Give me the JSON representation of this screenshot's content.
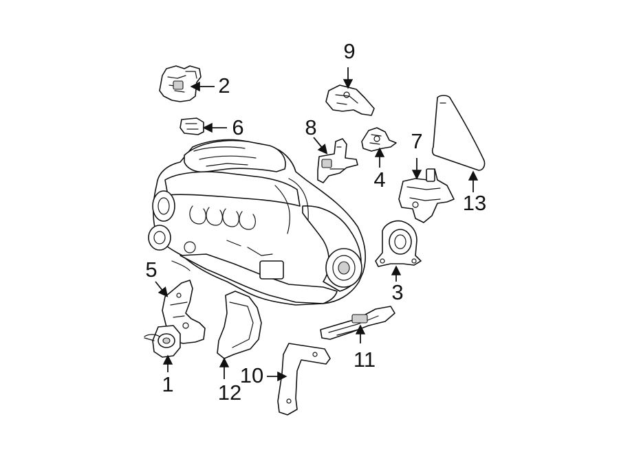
{
  "diagram": {
    "callouts": [
      {
        "id": "1",
        "label": "1"
      },
      {
        "id": "2",
        "label": "2"
      },
      {
        "id": "3",
        "label": "3"
      },
      {
        "id": "4",
        "label": "4"
      },
      {
        "id": "5",
        "label": "5"
      },
      {
        "id": "6",
        "label": "6"
      },
      {
        "id": "7",
        "label": "7"
      },
      {
        "id": "8",
        "label": "8"
      },
      {
        "id": "9",
        "label": "9"
      },
      {
        "id": "10",
        "label": "10"
      },
      {
        "id": "11",
        "label": "11"
      },
      {
        "id": "12",
        "label": "12"
      },
      {
        "id": "13",
        "label": "13"
      }
    ]
  },
  "colors": {
    "line": "#111111",
    "background": "#ffffff",
    "shade": "#cfcfcf"
  }
}
